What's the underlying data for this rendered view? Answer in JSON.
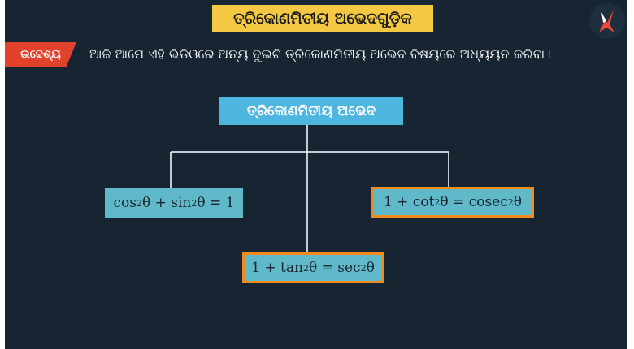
{
  "header": {
    "title": "ତ୍ରିକୋଣମିତୀୟ ଅଭେଦଗୁଡ଼ିକ"
  },
  "objective": {
    "tag": "ଉଦ୍ଦେଶ୍ୟ",
    "text": "ଆଜି ଆମେ ଏହି ଭିଡିଓରେ ଅନ୍ୟ ଦୁଇଟି ତ୍ରିକୋଣମିତୀୟ ଅଭେଦ ବିଷୟରେ ଅଧ୍ୟୟନ କରିବା।"
  },
  "diagram": {
    "root": "ତ୍ରିକୋଣମିତୀୟ ଅଭେଦ",
    "identities": {
      "left": {
        "a": "cos",
        "b": "θ + sin",
        "c": "θ = 1",
        "exp": "2"
      },
      "right": {
        "a": "1 + cot",
        "b": "θ = cosec",
        "c": "θ",
        "exp": "2"
      },
      "bottom": {
        "a": "1 + tan",
        "b": "θ = sec",
        "c": "θ",
        "exp": "2"
      }
    }
  },
  "colors": {
    "background": "#172432",
    "title_bg": "#f4c842",
    "tag_bg": "#e2412c",
    "root_bg": "#4fb6e0",
    "formula_bg": "#5fb9c8",
    "highlight_border": "#f08a1c"
  },
  "icons": {
    "logo": "brand-logo-icon"
  }
}
